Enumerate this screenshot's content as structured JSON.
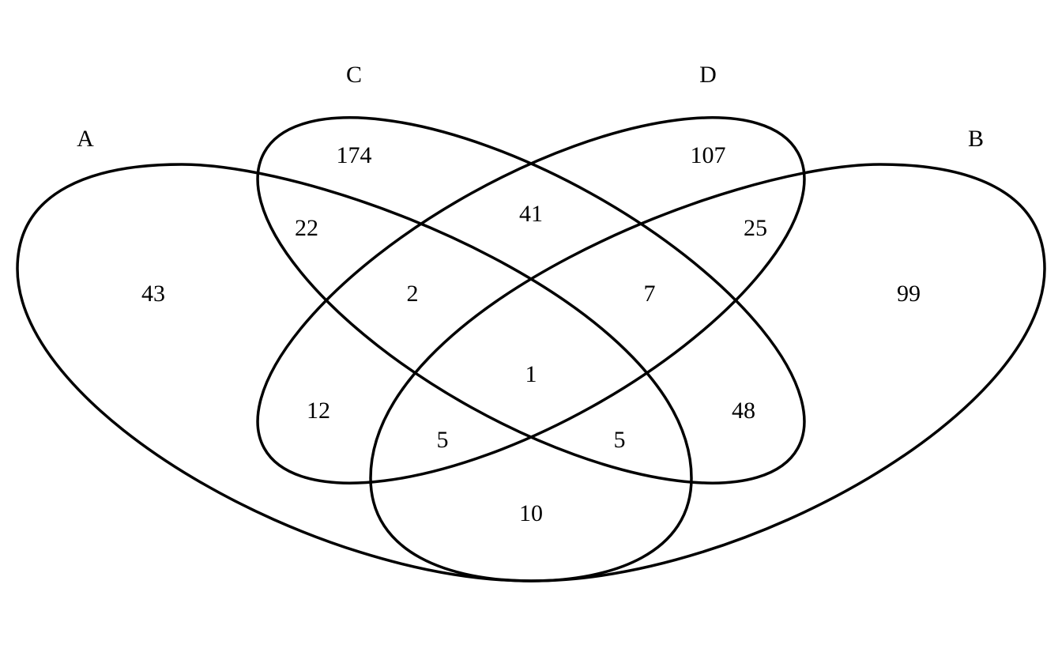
{
  "diagram": {
    "type": "venn",
    "colors": {
      "outline": "#000000",
      "background": "#ffffff"
    },
    "sets": [
      {
        "id": "A",
        "label": "A"
      },
      {
        "id": "B",
        "label": "B"
      },
      {
        "id": "C",
        "label": "C"
      },
      {
        "id": "D",
        "label": "D"
      }
    ],
    "regions": [
      {
        "sets": [
          "A"
        ],
        "count": "43"
      },
      {
        "sets": [
          "C"
        ],
        "count": "174"
      },
      {
        "sets": [
          "D"
        ],
        "count": "107"
      },
      {
        "sets": [
          "B"
        ],
        "count": "99"
      },
      {
        "sets": [
          "A",
          "C"
        ],
        "count": "22"
      },
      {
        "sets": [
          "C",
          "D"
        ],
        "count": "41"
      },
      {
        "sets": [
          "B",
          "D"
        ],
        "count": "25"
      },
      {
        "sets": [
          "A",
          "C",
          "D"
        ],
        "count": "2"
      },
      {
        "sets": [
          "B",
          "C",
          "D"
        ],
        "count": "7"
      },
      {
        "sets": [
          "A",
          "B",
          "C",
          "D"
        ],
        "count": "1"
      },
      {
        "sets": [
          "A",
          "D"
        ],
        "count": "12"
      },
      {
        "sets": [
          "B",
          "C"
        ],
        "count": "48"
      },
      {
        "sets": [
          "A",
          "B",
          "D"
        ],
        "count": "5"
      },
      {
        "sets": [
          "A",
          "B",
          "C"
        ],
        "count": "5"
      },
      {
        "sets": [
          "A",
          "B"
        ],
        "count": "10"
      }
    ]
  }
}
